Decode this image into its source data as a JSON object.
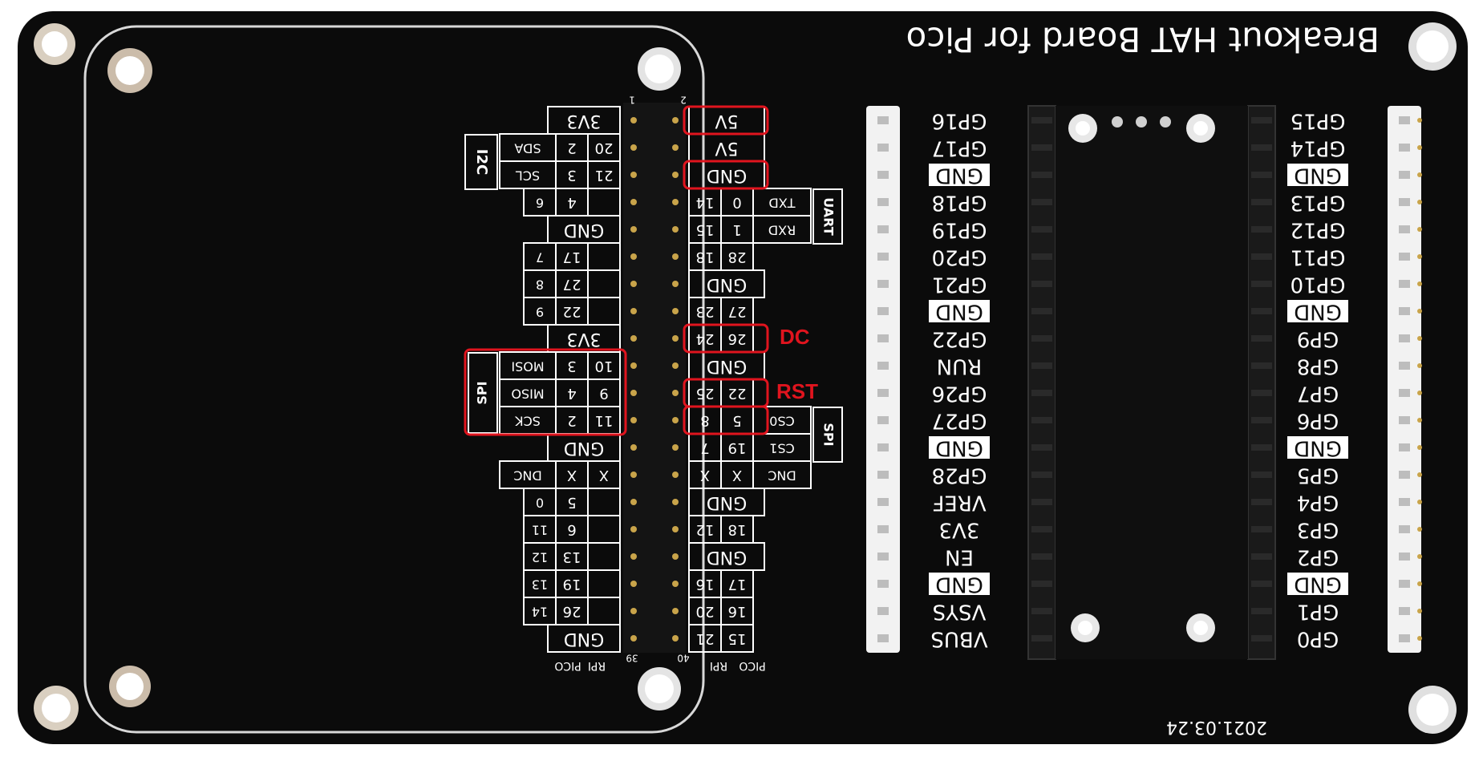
{
  "colors": {
    "board": "#0b0b0b",
    "silkscreen": "#ffffff",
    "annotation": "#e0141e",
    "gold_pin": "#c9a44a",
    "header_black": "#141414",
    "female_header": "#f2f2f2"
  },
  "board": {
    "title": "Breakout HAT Board for Pico",
    "date": "2021.03.24"
  },
  "rpi_header": {
    "left_column": [
      {
        "name": "3V3",
        "pico": "",
        "rpi": ""
      },
      {
        "name": "SDA",
        "pico": "2",
        "rpi": "20"
      },
      {
        "name": "SCL",
        "pico": "3",
        "rpi": "21"
      },
      {
        "name": "6",
        "pico": "4",
        "rpi": ""
      },
      {
        "name": "GND",
        "pico": "",
        "rpi": ""
      },
      {
        "name": "7",
        "pico": "17",
        "rpi": ""
      },
      {
        "name": "8",
        "pico": "27",
        "rpi": ""
      },
      {
        "name": "9",
        "pico": "22",
        "rpi": ""
      },
      {
        "name": "3V3",
        "pico": "",
        "rpi": ""
      },
      {
        "name": "MOSI",
        "pico": "3",
        "rpi": "10"
      },
      {
        "name": "MISO",
        "pico": "4",
        "rpi": "9"
      },
      {
        "name": "SCK",
        "pico": "2",
        "rpi": "11"
      },
      {
        "name": "GND",
        "pico": "",
        "rpi": ""
      },
      {
        "name": "DNC",
        "pico": "X",
        "rpi": "X"
      },
      {
        "name": "0",
        "pico": "5",
        "rpi": ""
      },
      {
        "name": "11",
        "pico": "6",
        "rpi": ""
      },
      {
        "name": "12",
        "pico": "13",
        "rpi": ""
      },
      {
        "name": "13",
        "pico": "19",
        "rpi": ""
      },
      {
        "name": "14",
        "pico": "26",
        "rpi": ""
      },
      {
        "name": "GND",
        "pico": "",
        "rpi": ""
      }
    ],
    "right_column": [
      {
        "name": "5V",
        "pico": "",
        "rpi": ""
      },
      {
        "name": "5V",
        "pico": "",
        "rpi": ""
      },
      {
        "name": "GND",
        "pico": "",
        "rpi": ""
      },
      {
        "name": "TXD",
        "pico": "14",
        "rpi": "0"
      },
      {
        "name": "RXD",
        "pico": "15",
        "rpi": "1"
      },
      {
        "name": "",
        "pico": "18",
        "rpi": "28"
      },
      {
        "name": "GND",
        "pico": "",
        "rpi": ""
      },
      {
        "name": "",
        "pico": "23",
        "rpi": "27"
      },
      {
        "name": "",
        "pico": "24",
        "rpi": "26"
      },
      {
        "name": "GND",
        "pico": "",
        "rpi": ""
      },
      {
        "name": "",
        "pico": "25",
        "rpi": "22"
      },
      {
        "name": "CS0",
        "pico": "8",
        "rpi": "5"
      },
      {
        "name": "CS1",
        "pico": "7",
        "rpi": "19"
      },
      {
        "name": "DNC",
        "pico": "X",
        "rpi": "X"
      },
      {
        "name": "GND",
        "pico": "",
        "rpi": ""
      },
      {
        "name": "",
        "pico": "12",
        "rpi": "18"
      },
      {
        "name": "GND",
        "pico": "",
        "rpi": ""
      },
      {
        "name": "",
        "pico": "16",
        "rpi": "17"
      },
      {
        "name": "",
        "pico": "20",
        "rpi": "16"
      },
      {
        "name": "",
        "pico": "21",
        "rpi": "15"
      }
    ],
    "groups": {
      "i2c": "I2C",
      "uart": "UART",
      "spi_left": "SPI",
      "spi_right": "SPI"
    },
    "footer": {
      "left_pico": "PICO",
      "left_rpi": "RPI",
      "right_rpi": "RPI",
      "right_pico": "PICO",
      "pin_39": "39",
      "pin_40": "40",
      "pin_1": "1",
      "pin_2": "2"
    }
  },
  "pico_pins": {
    "left": [
      "GP16",
      "GP17",
      "GND",
      "GP18",
      "GP19",
      "GP20",
      "GP21",
      "GND",
      "GP22",
      "RUN",
      "GP26",
      "GP27",
      "GND",
      "GP28",
      "VREF",
      "3V3",
      "EN",
      "GND",
      "VSYS",
      "VBUS"
    ],
    "right": [
      "GP15",
      "GP14",
      "GND",
      "GP13",
      "GP12",
      "GP11",
      "GP10",
      "GND",
      "GP9",
      "GP8",
      "GP7",
      "GP6",
      "GND",
      "GP5",
      "GP4",
      "GP3",
      "GP2",
      "GND",
      "GP1",
      "GP0"
    ]
  },
  "annotations": {
    "dc_label": "DC",
    "rst_label": "RST"
  }
}
